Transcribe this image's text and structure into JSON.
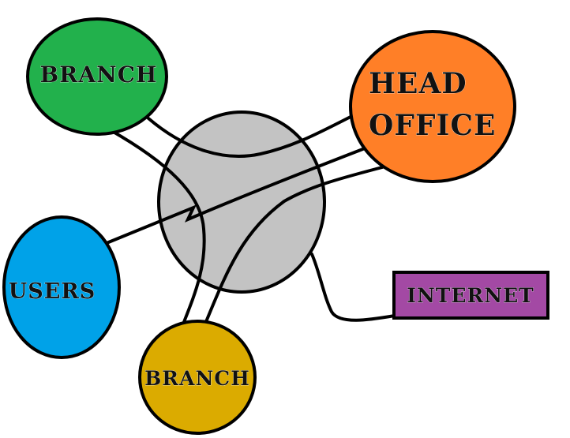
{
  "nodes": {
    "branch_top": {
      "label": "BRANCH",
      "color": "#22b14c"
    },
    "head_office": {
      "label_line1": "HEAD",
      "label_line2": "OFFICE",
      "color": "#ff7f27"
    },
    "users": {
      "label": "USERS",
      "color": "#00a2e8"
    },
    "branch_bottom": {
      "label": "BRANCH",
      "color": "#dbab00"
    },
    "internet": {
      "label": "INTERNET",
      "color": "#a349a4"
    },
    "hub": {
      "color": "#c3c3c3"
    }
  }
}
